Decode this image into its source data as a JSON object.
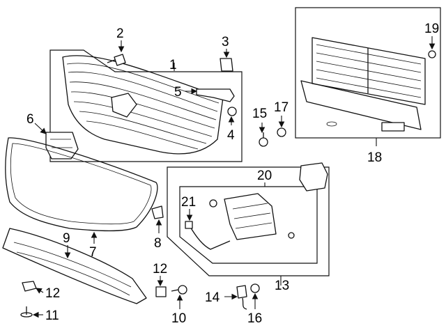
{
  "callouts": [
    {
      "id": "c1",
      "text": "1"
    },
    {
      "id": "c2",
      "text": "2"
    },
    {
      "id": "c3",
      "text": "3"
    },
    {
      "id": "c4",
      "text": "4"
    },
    {
      "id": "c5",
      "text": "5"
    },
    {
      "id": "c6",
      "text": "6"
    },
    {
      "id": "c7",
      "text": "7"
    },
    {
      "id": "c8",
      "text": "8"
    },
    {
      "id": "c9",
      "text": "9"
    },
    {
      "id": "c10",
      "text": "10"
    },
    {
      "id": "c11",
      "text": "11"
    },
    {
      "id": "c12a",
      "text": "12"
    },
    {
      "id": "c12b",
      "text": "12"
    },
    {
      "id": "c13",
      "text": "13"
    },
    {
      "id": "c14",
      "text": "14"
    },
    {
      "id": "c15",
      "text": "15"
    },
    {
      "id": "c16",
      "text": "16"
    },
    {
      "id": "c17",
      "text": "17"
    },
    {
      "id": "c18",
      "text": "18"
    },
    {
      "id": "c19",
      "text": "19"
    },
    {
      "id": "c20",
      "text": "20"
    },
    {
      "id": "c21",
      "text": "21"
    }
  ]
}
